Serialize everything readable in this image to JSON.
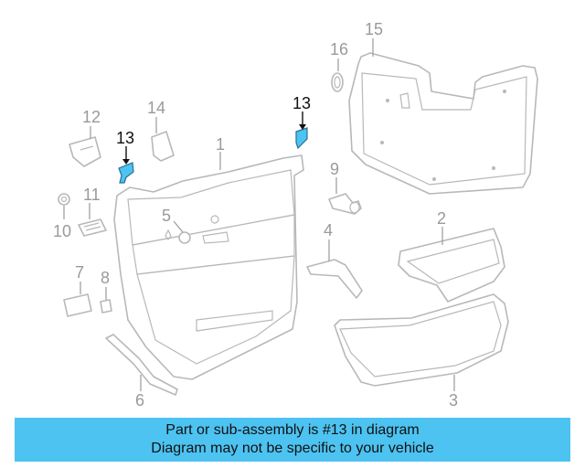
{
  "callouts": {
    "c1": "1",
    "c2": "2",
    "c3": "3",
    "c4": "4",
    "c5": "5",
    "c6": "6",
    "c7": "7",
    "c8": "8",
    "c9": "9",
    "c10": "10",
    "c11": "11",
    "c12": "12",
    "c13a": "13",
    "c13b": "13",
    "c14": "14",
    "c15": "15",
    "c16": "16"
  },
  "highlight_color": "#4dc3f1",
  "banner": {
    "line1": "Part or sub-assembly is #13 in diagram",
    "line2": "Diagram may not be specific to your vehicle",
    "background": "#4dc3f1"
  }
}
